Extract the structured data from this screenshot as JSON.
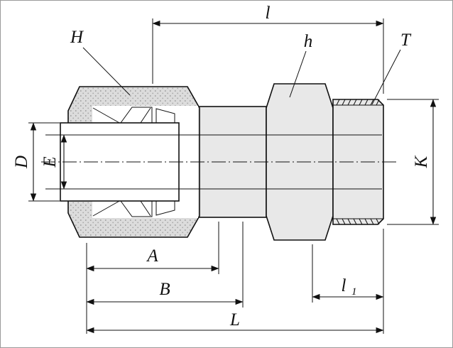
{
  "colors": {
    "outline": "#111111",
    "body_fill": "#e8e8e8",
    "ferrule_fill": "#c9c9c9",
    "tube_fill": "#ffffff",
    "background": "#ffffff"
  },
  "labels": {
    "length_l": "l",
    "nut_H": "H",
    "hex_h": "h",
    "thread_T": "T",
    "dia_D": "D",
    "dia_E": "E",
    "flats_K": "K",
    "dim_A": "A",
    "dim_B": "B",
    "dim_l1_base": "l",
    "dim_l1_sub": "1",
    "overall_L": "L"
  }
}
